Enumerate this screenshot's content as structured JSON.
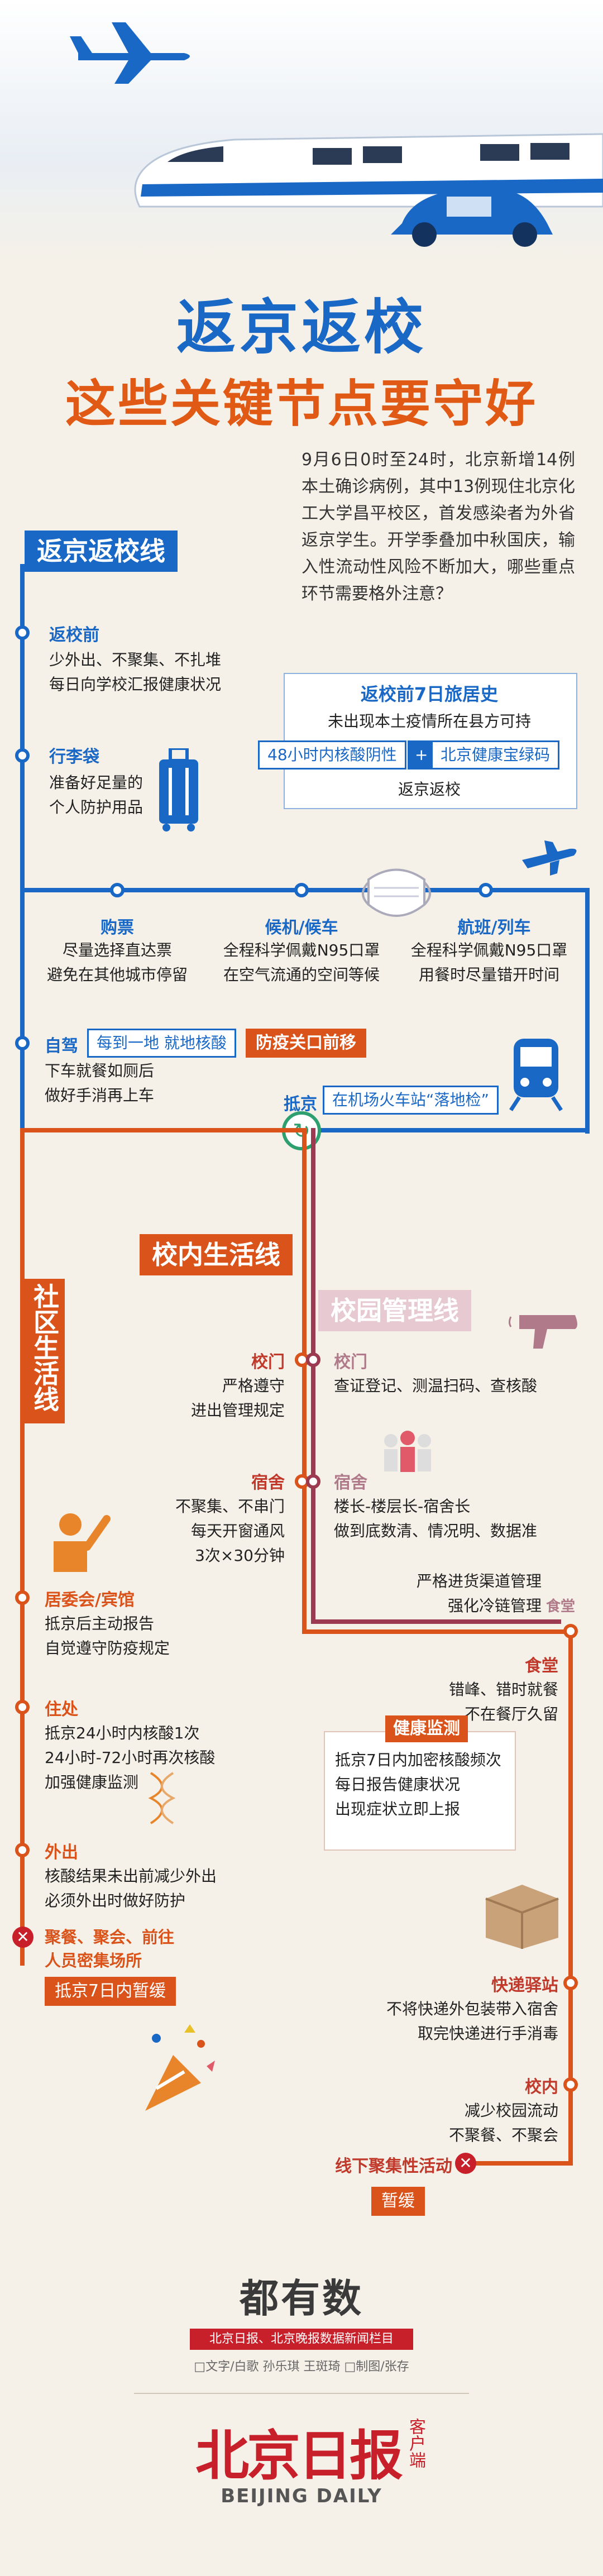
{
  "header": {
    "title1": "返京返校",
    "title2": "这些关键节点要守好"
  },
  "intro": "9月6日0时至24时，北京新增14例本土确诊病例，其中13例现住北京化工大学昌平校区，首发感染者为外省返京学生。开学季叠加中秋国庆，输入性流动性风险不断加大，哪些重点环节需要格外注意？",
  "return_line": {
    "title": "返京返校线",
    "before": {
      "label": "返校前",
      "lines": [
        "少外出、不聚集、不扎堆",
        "每日向学校汇报健康状况"
      ]
    },
    "luggage": {
      "label": "行李袋",
      "lines": [
        "准备好足量的",
        "个人防护用品"
      ]
    },
    "history": {
      "title": "返校前7日旅居史",
      "condition": "未出现本土疫情所在县方可持",
      "req1": "48小时内核酸阴性",
      "plus": "+",
      "req2": "北京健康宝绿码",
      "result": "返京返校"
    },
    "tickets": {
      "label": "购票",
      "lines": [
        "尽量选择直达票",
        "避免在其他城市停留"
      ]
    },
    "waiting": {
      "label": "候机/候车",
      "lines": [
        "全程科学佩戴N95口罩",
        "在空气流通的空间等候"
      ]
    },
    "flight": {
      "label": "航班/列车",
      "lines": [
        "全程科学佩戴N95口罩",
        "用餐时尽量错开时间"
      ]
    },
    "drive": {
      "label": "自驾",
      "chip": "每到一地  就地核酸",
      "tag": "防疫关口前移",
      "lines": [
        "下车就餐如厕后",
        "做好手消再上车"
      ]
    },
    "arrival": {
      "label": "抵京",
      "chip": "在机场火车站“落地检”"
    }
  },
  "campus_line": {
    "title": "校内生活线"
  },
  "community_line": {
    "title": "社区生活线",
    "committee": {
      "label": "居委会/宾馆",
      "lines": [
        "抵京后主动报告",
        "自觉遵守防疫规定"
      ]
    },
    "residence": {
      "label": "住处",
      "lines": [
        "抵京24小时内核酸1次",
        "24小时-72小时再次核酸",
        "加强健康监测"
      ]
    },
    "outing": {
      "label": "外出",
      "lines": [
        "核酸结果未出前减少外出",
        "必须外出时做好防护"
      ]
    },
    "gathering": {
      "label": "聚餐、聚会、前往人员密集场所",
      "tag": "抵京7日内暂缓"
    }
  },
  "campus_mgmt": {
    "title": "校园管理线",
    "gate_left": {
      "label": "校门",
      "lines": [
        "严格遵守",
        "进出管理规定"
      ]
    },
    "gate_right": {
      "label": "校门",
      "lines": [
        "查证登记、测温扫码、查核酸"
      ]
    },
    "dorm_left": {
      "label": "宿舍",
      "lines": [
        "不聚集、不串门",
        "每天开窗通风",
        "3次×30分钟"
      ]
    },
    "dorm_right": {
      "label": "宿舍",
      "lines": [
        "楼长-楼层长-宿舍长",
        "做到底数清、情况明、数据准"
      ]
    },
    "canteen_mgmt": {
      "lines": [
        "严格进货渠道管理",
        "强化冷链管理"
      ],
      "label": "食堂"
    },
    "canteen": {
      "label": "食堂",
      "lines": [
        "错峰、错时就餐",
        "不在餐厅久留"
      ]
    },
    "health": {
      "title": "健康监测",
      "lines": [
        "抵京7日内加密核酸频次",
        "每日报告健康状况",
        "出现症状立即上报"
      ]
    },
    "express": {
      "label": "快递驿站",
      "lines": [
        "不将快递外包装带入宿舍",
        "取完快递进行手消毒"
      ]
    },
    "campus": {
      "label": "校内",
      "lines": [
        "减少校园流动",
        "不聚餐、不聚会"
      ]
    },
    "offline": {
      "label": "线下聚集性活动",
      "tag": "暂缓"
    }
  },
  "footer": {
    "logo": "都有数",
    "bar": "北京日报、北京晚报数据新闻栏目",
    "credits": "□文字/白歌  孙乐琪  王斑琦    □制图/张存",
    "brand": "北京日报",
    "brand_side": "客户端",
    "brand_en": "BEIJING DAILY"
  },
  "colors": {
    "blue": "#1a68c6",
    "orange": "#d9531a",
    "maroon": "#9b3a50"
  }
}
